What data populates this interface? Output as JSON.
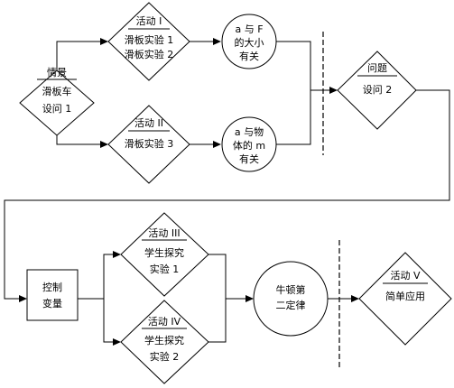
{
  "colors": {
    "stroke": "#000000",
    "background": "#ffffff"
  },
  "nodes": {
    "scenario": {
      "header": "情景",
      "lines": [
        "滑板车",
        "设问 1"
      ]
    },
    "activity1": {
      "header": "活动 I",
      "lines": [
        "滑板实验 1",
        "滑板实验 2"
      ]
    },
    "activity2": {
      "header": "活动 II",
      "lines": [
        "滑板实验 3"
      ]
    },
    "result1": {
      "lines": [
        {
          "var": "a",
          "text": " 与 ",
          "var2": "F"
        },
        "的大小",
        "有关"
      ]
    },
    "result2": {
      "lines": [
        {
          "var": "a",
          "text": " 与物"
        },
        {
          "text": "体的 ",
          "var2": "m"
        },
        "有关"
      ]
    },
    "question": {
      "header": "问题",
      "lines": [
        "设问 2"
      ]
    },
    "control": {
      "lines": [
        "控制",
        "变量"
      ]
    },
    "activity3": {
      "header": "活动 III",
      "lines": [
        "学生探究",
        "实验 1"
      ]
    },
    "activity4": {
      "header": "活动 IV",
      "lines": [
        "学生探究",
        "实验 2"
      ]
    },
    "newton": {
      "lines": [
        "牛顿第",
        "二定律"
      ]
    },
    "activity5": {
      "header": "活动 V",
      "lines": [
        "简单应用"
      ]
    }
  }
}
